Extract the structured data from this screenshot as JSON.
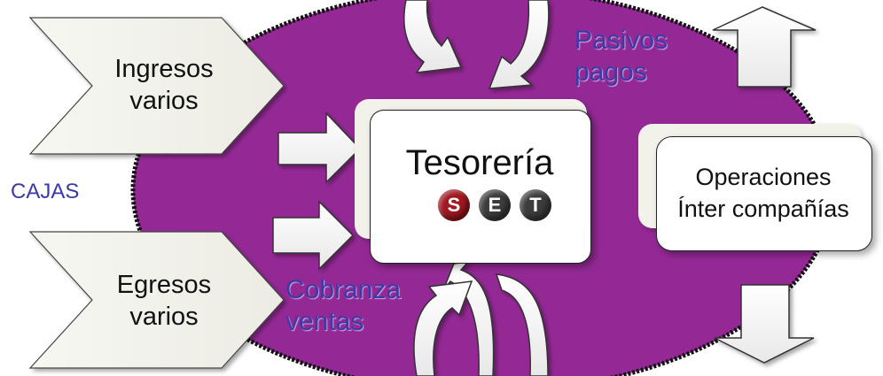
{
  "nodes": {
    "ingresos": "Ingresos\nvarios",
    "egresos": "Egresos\nvarios",
    "cajas": "CAJAS",
    "tesoreria": "Tesorería",
    "operaciones": "Operaciones\nÍnter compañías",
    "pasivos": "Pasivos\npagos",
    "cobranza": "Cobranza\nventas"
  },
  "logo": {
    "letters": [
      "S",
      "E",
      "T"
    ]
  },
  "colors": {
    "ellipse": "#942995",
    "ellipse_border": "#111111",
    "label_blue": "#3a3aa8",
    "badge_s": "#a01820",
    "badge_e": "#3c3c3c",
    "badge_t": "#3c3c3c"
  },
  "icons": {
    "chevrons": "chevron-arrow-icon",
    "small_arrows": "right-arrow-icon",
    "cycles": "circular-arrow-icon",
    "updown": "up-down-arrow-icon"
  }
}
